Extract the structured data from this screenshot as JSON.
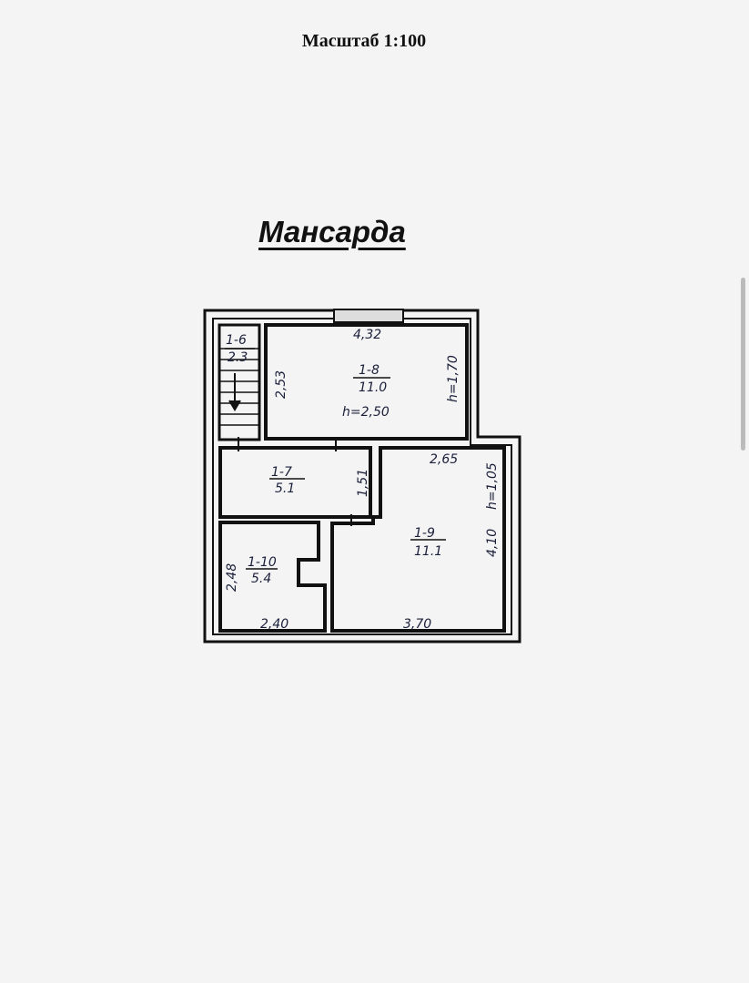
{
  "scale_label": "Масштаб 1:100",
  "title": "Мансарда",
  "rooms": [
    {
      "id": "1-6",
      "area": "2.3"
    },
    {
      "id": "1-7",
      "area": "5.1"
    },
    {
      "id": "1-8",
      "area": "11.0",
      "height": "h=2,50"
    },
    {
      "id": "1-9",
      "area": "11.1"
    },
    {
      "id": "1-10",
      "area": "5.4"
    }
  ],
  "dimensions": {
    "r18_top": "4,32",
    "r18_left": "2,53",
    "r18_right": "h=1,70",
    "r17_right": "1,51",
    "r19_top": "2,65",
    "r19_right_h": "h=1,05",
    "r19_right": "4,10",
    "r19_bottom": "3,70",
    "r110_left": "2,48",
    "r110_bottom": "2,40"
  }
}
